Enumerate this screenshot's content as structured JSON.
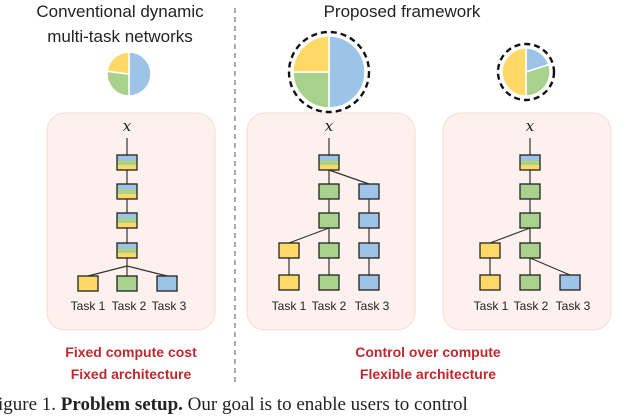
{
  "colors": {
    "yellow": "#ffd966",
    "green": "#a9d18e",
    "blue": "#9dc3e6",
    "panel_fill": "#fdf1ee",
    "panel_stroke": "#f6dcd6",
    "red_text": "#c0282f",
    "edge": "#333333"
  },
  "headers": {
    "conventional_line1": "Conventional dynamic",
    "conventional_line2": "multi-task networks",
    "proposed": "Proposed framework"
  },
  "input_label": "x",
  "task_labels": [
    "Task 1",
    "Task 2",
    "Task 3"
  ],
  "notes": {
    "left_line1": "Fixed compute cost",
    "left_line2": "Fixed architecture",
    "right_line1": "Control over compute",
    "right_line2": "Flexible architecture"
  },
  "caption": {
    "prefix": "igure 1. ",
    "bold": "Problem setup.",
    "rest": " Our goal is to enable users to control"
  },
  "icons": [
    "pie-chart-icon",
    "dashed-circle-icon"
  ]
}
